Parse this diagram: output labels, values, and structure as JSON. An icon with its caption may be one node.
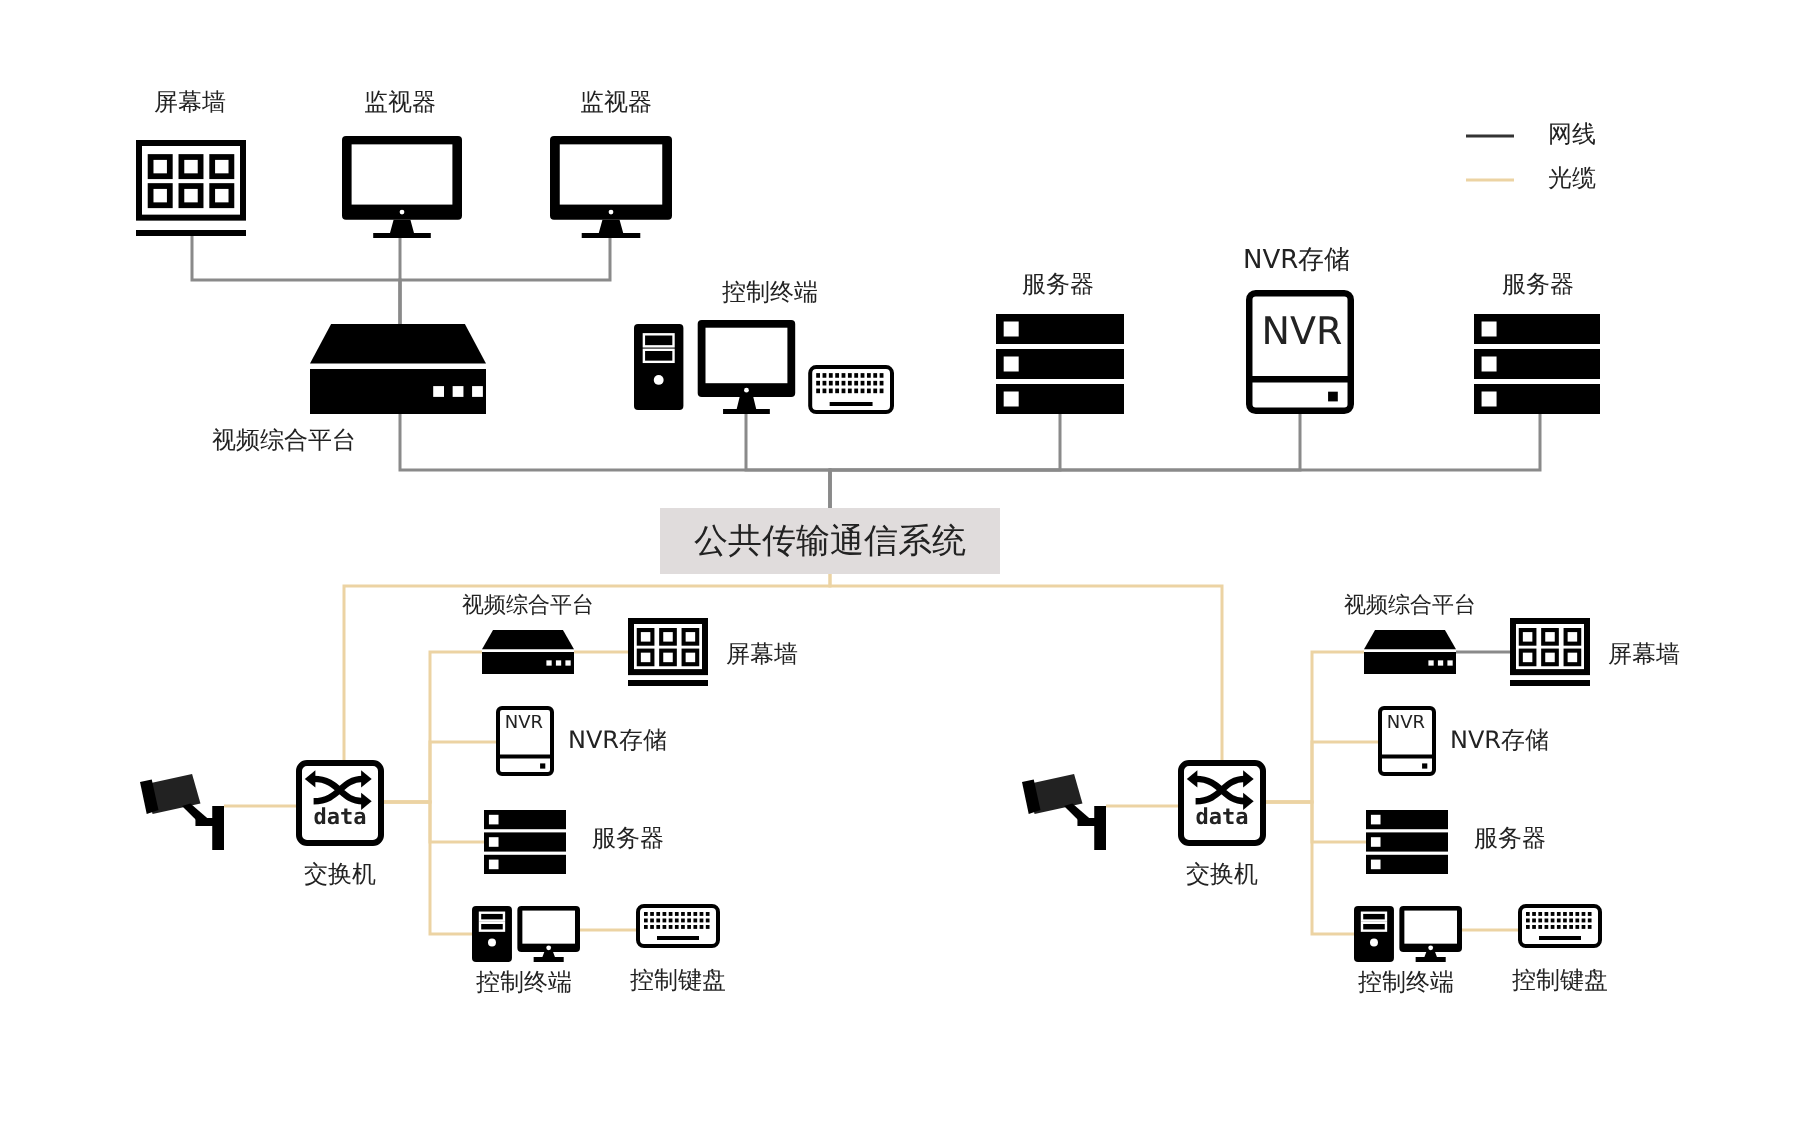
{
  "diagram": {
    "nodes": [
      {
        "text": [
          "屏幕墙"
        ]
      },
      {
        "text": [
          "监视器"
        ]
      },
      {
        "text": [
          "监视器"
        ]
      },
      {
        "text": [
          "视频综合平台"
        ]
      },
      {
        "text": [
          "控制终端"
        ]
      },
      {
        "text": [
          "服务器"
        ]
      },
      {
        "text": [
          "NVR存储",
          "NVR"
        ]
      },
      {
        "text": [
          "服务器"
        ]
      },
      {
        "text": [
          "公共传输通信系统"
        ]
      },
      {
        "text": [],
        "shape": "camera"
      },
      {
        "text": [
          "data",
          "交换机"
        ]
      },
      {
        "text": [
          "视频综合平台"
        ]
      },
      {
        "text": [
          "屏幕墙"
        ]
      },
      {
        "text": [
          "NVR",
          "NVR存储"
        ]
      },
      {
        "text": [
          "服务器"
        ]
      },
      {
        "text": [
          "控制终端"
        ]
      },
      {
        "text": [
          "控制键盘"
        ]
      },
      {
        "text": [],
        "shape": "camera"
      },
      {
        "text": [
          "data",
          "交换机"
        ]
      },
      {
        "text": [
          "视频综合平台"
        ]
      },
      {
        "text": [
          "屏幕墙"
        ]
      },
      {
        "text": [
          "NVR",
          "NVR存储"
        ]
      },
      {
        "text": [
          "服务器"
        ]
      },
      {
        "text": [
          "控制终端"
        ]
      },
      {
        "text": [
          "控制键盘"
        ]
      }
    ],
    "edges": [
      {
        "from": 0,
        "to": 3,
        "arrow": "none",
        "color": "#8a8a8a"
      },
      {
        "from": 1,
        "to": 3,
        "arrow": "none",
        "color": "#8a8a8a"
      },
      {
        "from": 2,
        "to": 3,
        "arrow": "none",
        "color": "#8a8a8a"
      },
      {
        "from": 3,
        "to": 8,
        "arrow": "none",
        "color": "#8a8a8a"
      },
      {
        "from": 4,
        "to": 8,
        "arrow": "none",
        "color": "#8a8a8a"
      },
      {
        "from": 5,
        "to": 8,
        "arrow": "none",
        "color": "#8a8a8a"
      },
      {
        "from": 6,
        "to": 8,
        "arrow": "none",
        "color": "#8a8a8a"
      },
      {
        "from": 7,
        "to": 8,
        "arrow": "none",
        "color": "#8a8a8a"
      },
      {
        "from": 8,
        "to": 10,
        "arrow": "none"
      },
      {
        "from": 8,
        "to": 18,
        "arrow": "none"
      },
      {
        "from": 9,
        "to": 10,
        "arrow": "none"
      },
      {
        "from": 10,
        "to": 11,
        "arrow": "none"
      },
      {
        "from": 11,
        "to": 12,
        "arrow": "none"
      },
      {
        "from": 10,
        "to": 13,
        "arrow": "none"
      },
      {
        "from": 10,
        "to": 14,
        "arrow": "none"
      },
      {
        "from": 10,
        "to": 15,
        "arrow": "none"
      },
      {
        "from": 15,
        "to": 16,
        "arrow": "none"
      },
      {
        "from": 17,
        "to": 18,
        "arrow": "none"
      },
      {
        "from": 18,
        "to": 19,
        "arrow": "none"
      },
      {
        "from": 19,
        "to": 20,
        "arrow": "none",
        "color": "#8a8a8a"
      },
      {
        "from": 18,
        "to": 21,
        "arrow": "none"
      },
      {
        "from": 18,
        "to": 22,
        "arrow": "none"
      },
      {
        "from": 18,
        "to": 23,
        "arrow": "none"
      },
      {
        "from": 23,
        "to": 24,
        "arrow": "none"
      }
    ],
    "legend": [
      {
        "text": "网线"
      },
      {
        "text": "光缆"
      }
    ]
  }
}
